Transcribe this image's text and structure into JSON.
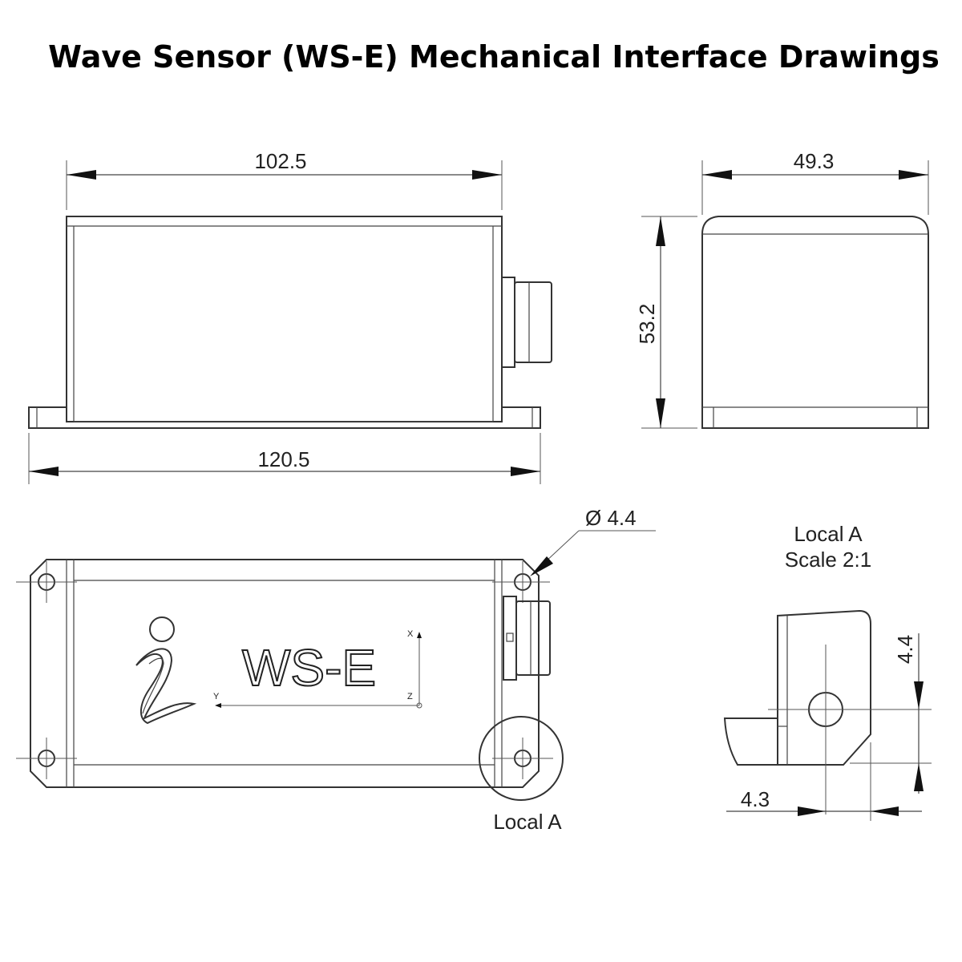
{
  "title": "Wave Sensor (WS-E) Mechanical Interface Drawings",
  "front_view": {
    "top_width": "102.5",
    "base_width": "120.5"
  },
  "side_view": {
    "width": "49.3",
    "height": "53.2"
  },
  "top_view": {
    "brand": "WS-E",
    "hole_diameter": "Ø 4.4",
    "detail_callout": "Local A",
    "axes": {
      "x": "X",
      "y": "Y",
      "z": "Z"
    }
  },
  "detail_view": {
    "title": "Local A",
    "scale": "Scale 2:1",
    "vertical_dim": "4.4",
    "horizontal_dim": "4.3"
  }
}
